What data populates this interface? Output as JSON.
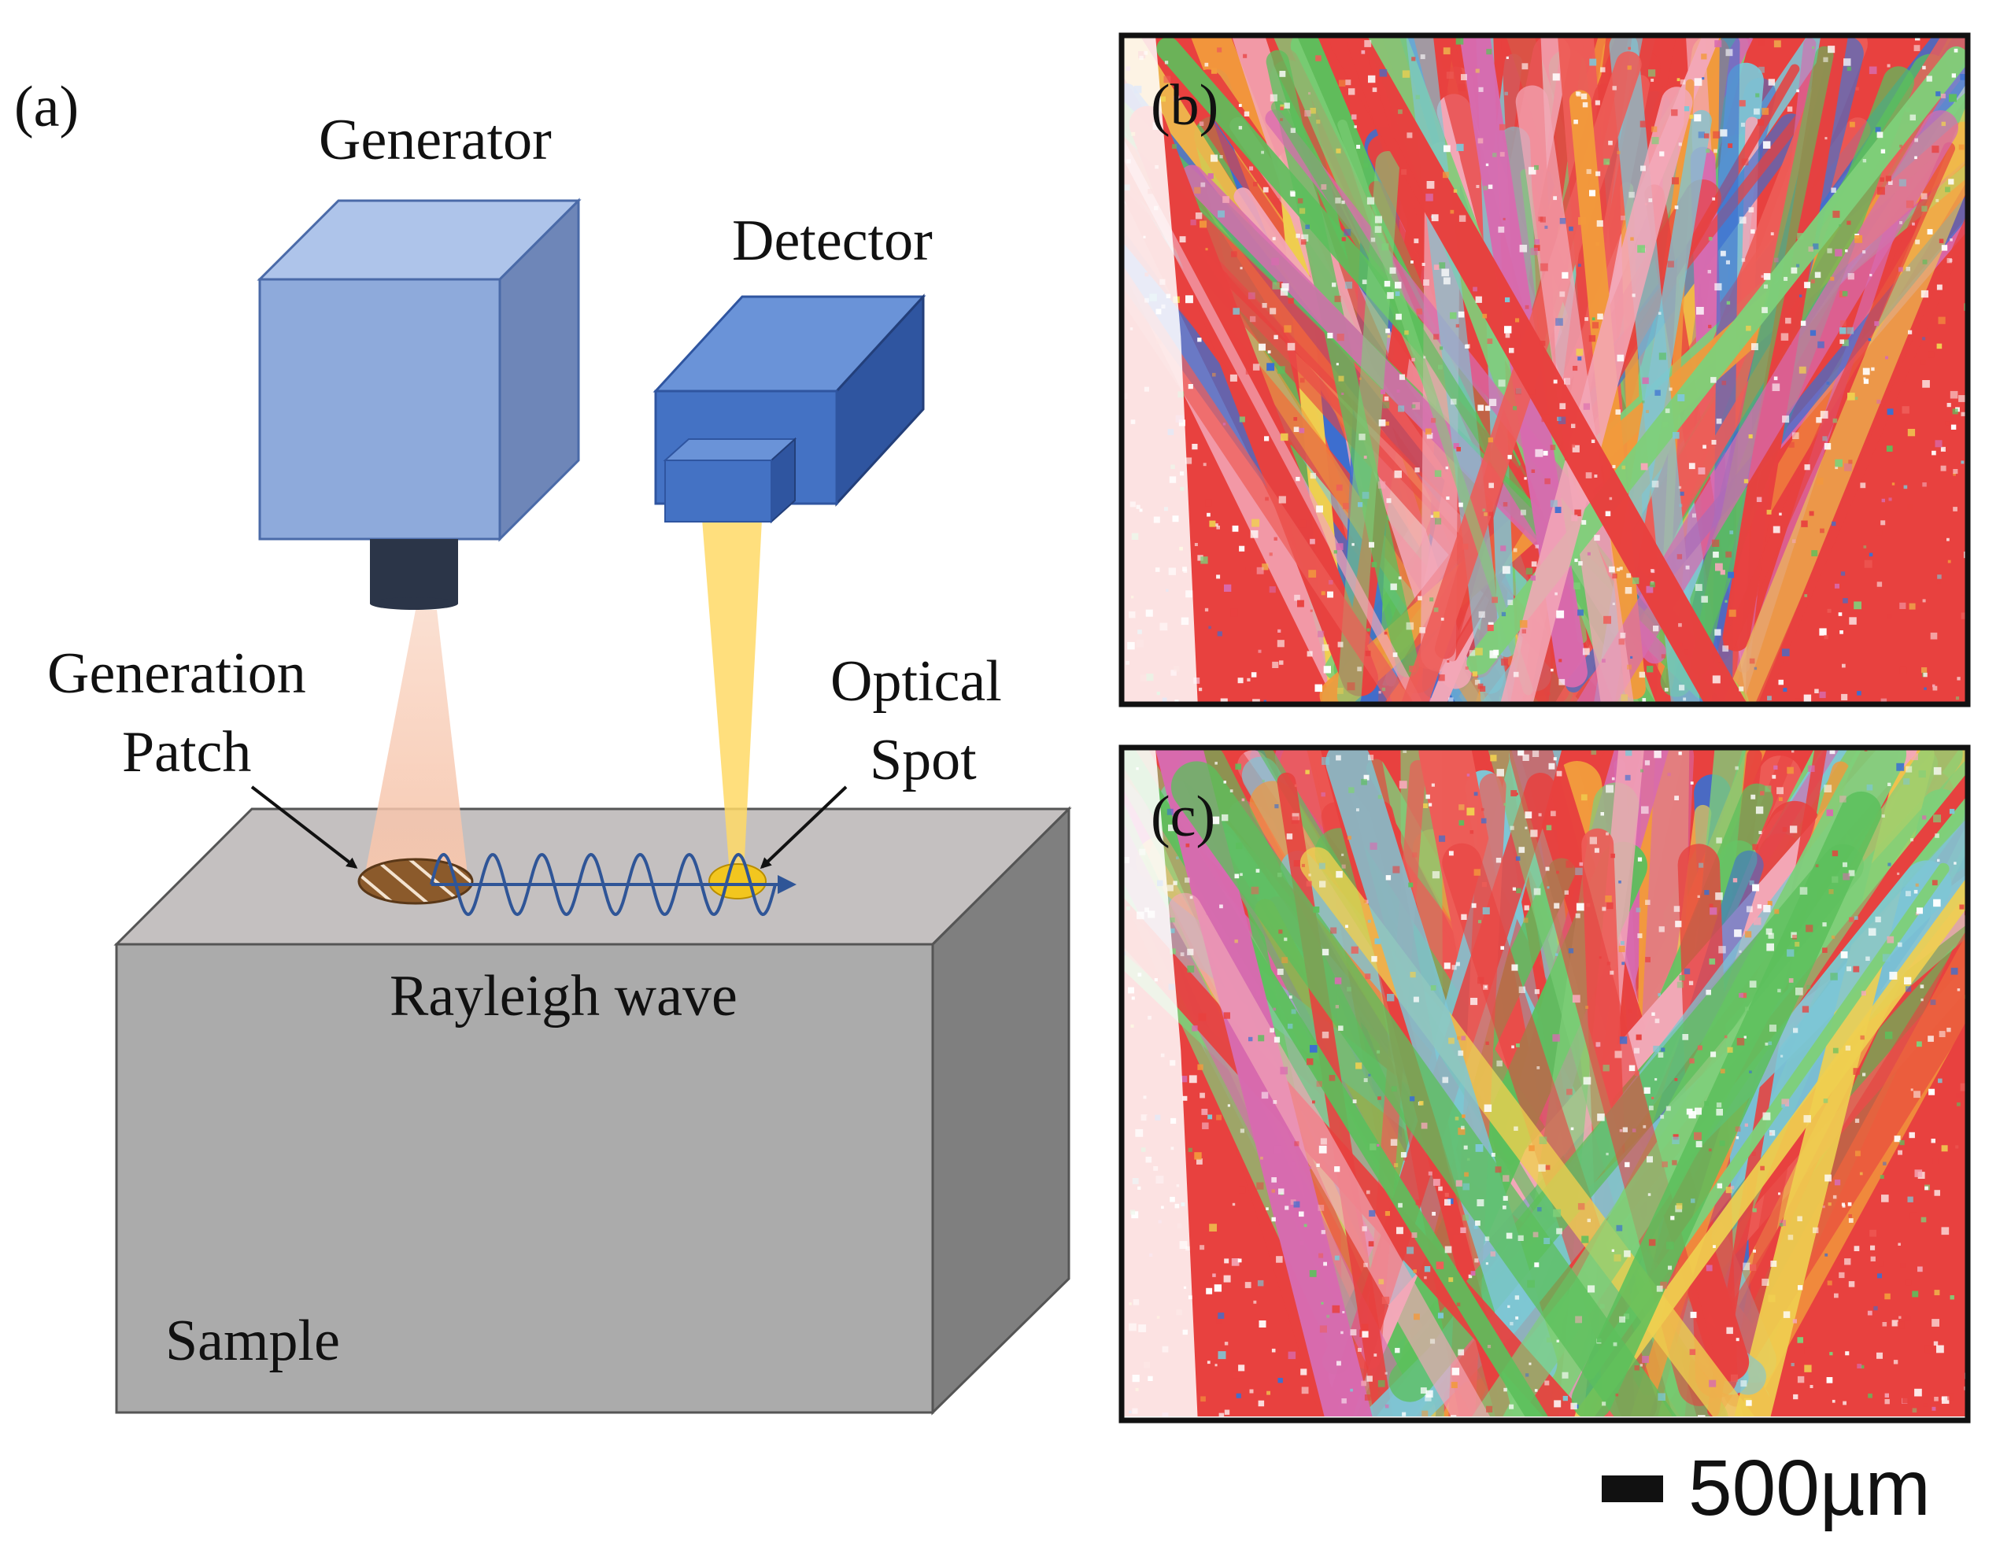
{
  "panels": {
    "a": {
      "label": "(a)",
      "generator_label": "Generator",
      "detector_label": "Detector",
      "generation_patch_line1": "Generation",
      "generation_patch_line2": "Patch",
      "optical_spot_line1": "Optical",
      "optical_spot_line2": "Spot",
      "wave_label": "Rayleigh wave",
      "sample_label": "Sample"
    },
    "b": {
      "label": "(b)"
    },
    "c": {
      "label": "(c)"
    }
  },
  "scale_bar": {
    "label": "500µm"
  },
  "colors": {
    "generator_front": "#8eaadb",
    "generator_top": "#aec4ea",
    "generator_side": "#6e86b8",
    "detector_front": "#4472c4",
    "detector_top": "#6a93d8",
    "detector_side": "#2f55a0",
    "lens": "#2b3548",
    "generator_beam": "#f7c6ad",
    "detector_beam": "#ffd966",
    "sample_front": "#ababab",
    "sample_top": "#c4c0c0",
    "sample_side": "#7f7f7f",
    "patch": "#8b5a2b",
    "spot": "#f2c61f",
    "wave": "#2f5597",
    "map_red": "#e8413f",
    "map_green": "#5cc05c",
    "map_blue": "#3b6fd1"
  }
}
